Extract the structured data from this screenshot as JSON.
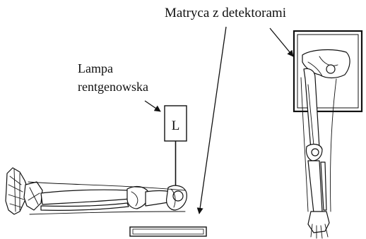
{
  "labels": {
    "detector_matrix": "Matryca z detektorami",
    "xray_lamp_line1": "Lampa",
    "xray_lamp_line2": "rentgenowska",
    "lamp_letter": "L"
  },
  "colors": {
    "ink": "#111111",
    "background": "#ffffff"
  }
}
